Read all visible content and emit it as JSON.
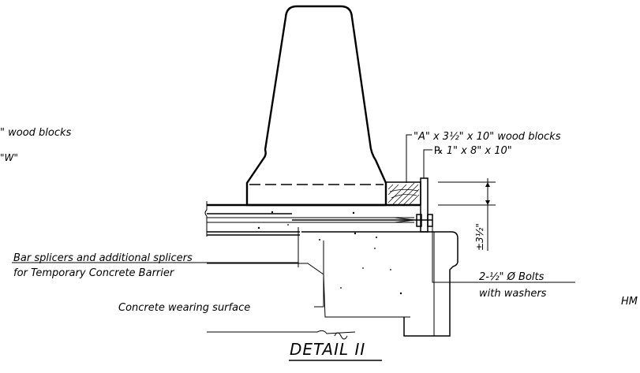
{
  "drawing": {
    "title": "DETAIL II",
    "labels": {
      "left_partial_1": "\" wood blocks",
      "left_partial_2": "\"W\"",
      "wood_blocks": "\"A\" x 3½\" x 10\" wood blocks",
      "plate": "℞ 1\" x 8\" x 10\"",
      "dimension": "±3½\"",
      "bar_splicers_1": "Bar splicers and additional splicers",
      "bar_splicers_2": "for Temporary Concrete Barrier",
      "bolts_1": "2-½\" Ø Bolts",
      "bolts_2": "with washers",
      "wearing_surface": "Concrete wearing surface",
      "right_partial": "HM"
    }
  }
}
